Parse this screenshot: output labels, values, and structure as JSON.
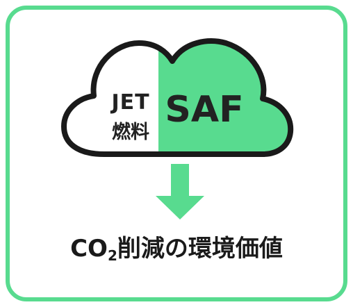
{
  "colors": {
    "accent": "#58DB8F",
    "outline": "#1a1a1a",
    "text": "#222222"
  },
  "cloud": {
    "left_label_line1": "JET",
    "left_label_line2": "燃料",
    "right_label": "SAF"
  },
  "caption": {
    "prefix": "CO",
    "subscript": "2",
    "suffix": "削減の環境価値"
  },
  "icons": {
    "arrow": "down-arrow-icon",
    "cloud": "cloud-icon"
  }
}
